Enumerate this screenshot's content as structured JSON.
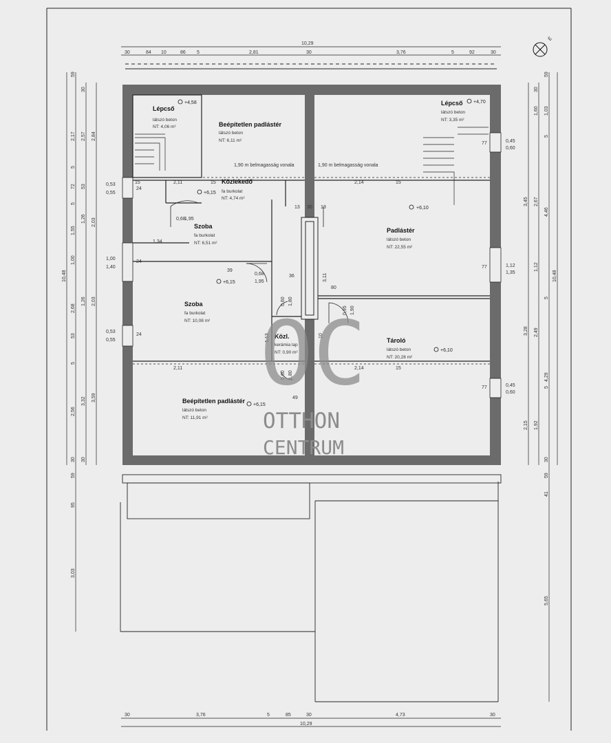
{
  "dims": {
    "top_total": "10,29",
    "top": [
      "30",
      "84",
      "10",
      "86",
      "5",
      "2,81",
      "30",
      "3,76",
      "5",
      "92",
      "30"
    ],
    "bottom_total": "10,29",
    "bottom": [
      "30",
      "3,76",
      "5",
      "85",
      "30",
      "4,73",
      "30"
    ],
    "left_outer": [
      "59",
      "2,17",
      "5",
      "72",
      "5",
      "1,55",
      "1,00",
      "2,68",
      "53",
      "5",
      "2,56",
      "30",
      "59",
      "95",
      "3,03"
    ],
    "left_mid": [
      "30",
      "2,57",
      "53",
      "1,26",
      "1,26",
      "3,32",
      "30"
    ],
    "left_inner": [
      "2,84",
      "2,03",
      "2,03",
      "3,59"
    ],
    "left_total": "10,48",
    "right_inner": [
      "30",
      "1,60",
      "1,03",
      "3,45",
      "3,28",
      "2,15",
      "30",
      "59",
      "41"
    ],
    "right_mid": [
      "2,67",
      "1,12",
      "2,49",
      "1,92"
    ],
    "right_outer": [
      "59",
      "5",
      "4,46",
      "5",
      "4,29",
      "5"
    ],
    "right_total": "10,48",
    "right_bottom": "5,65",
    "windows_left": [
      [
        "0,53",
        "0,55"
      ],
      [
        "1,00",
        "1,40"
      ],
      [
        "0,53",
        "0,55"
      ]
    ],
    "windows_right": [
      [
        "0,45",
        "0,60"
      ],
      [
        "1,12",
        "1,35"
      ],
      [
        "0,45",
        "0,60"
      ]
    ],
    "misc": [
      "2,11",
      "2,11",
      "2,14",
      "2,14",
      "15",
      "15",
      "15",
      "15",
      "13",
      "30",
      "13",
      "1,34",
      "39",
      "36",
      "80",
      "49",
      "0,68",
      "1,95",
      "0,68",
      "1,95",
      "3,11",
      "1,13",
      "77",
      "77",
      "77",
      "24",
      "24",
      "24",
      "0,95",
      "1,90",
      "0,60",
      "1,80",
      "0,60",
      "1,80",
      "10"
    ],
    "height_line_1": "1,90 m belmagasság vonala",
    "height_line_2": "1,90 m belmagasság vonala"
  },
  "rooms": [
    {
      "name": "Lépcső",
      "finish": "látszó beton",
      "area": "NT: 4,06 m²",
      "level": "+4,58"
    },
    {
      "name": "Beépítetlen padlástér",
      "finish": "látszó beton",
      "area": "NT: 6,11 m²"
    },
    {
      "name": "Közlekedő",
      "finish": "fa burkolat",
      "area": "NT: 4,74 m²",
      "level": "+6,15"
    },
    {
      "name": "Szoba",
      "finish": "fa burkolat",
      "area": "NT: 6,51 m²"
    },
    {
      "name": "Szoba",
      "finish": "fa burkolat",
      "area": "NT: 10,08 m²",
      "level": "+6,15"
    },
    {
      "name": "Közl.",
      "finish": "kerámia lap",
      "area": "NT: 0,90 m²"
    },
    {
      "name": "Beépítetlen padlástér",
      "finish": "látszó beton",
      "area": "NT: 11,91 m²",
      "level": "+6,15"
    },
    {
      "name": "Lépcső",
      "finish": "látszó beton",
      "area": "NT: 3,35 m²",
      "level": "+4,70"
    },
    {
      "name": "Padlástér",
      "finish": "látszó beton",
      "area": "NT: 22,55 m²",
      "level": "+6,10"
    },
    {
      "name": "Tároló",
      "finish": "látszó beton",
      "area": "NT: 20,28 m²",
      "level": "+6,10"
    }
  ],
  "watermark": {
    "logo": "OC",
    "line1": "OTTHON",
    "line2": "CENTRUM"
  },
  "north_label": "É",
  "colors": {
    "wall": "#6b6b6b",
    "paper": "#ededed",
    "line": "#222222",
    "watermark": "#8c8c8c"
  }
}
